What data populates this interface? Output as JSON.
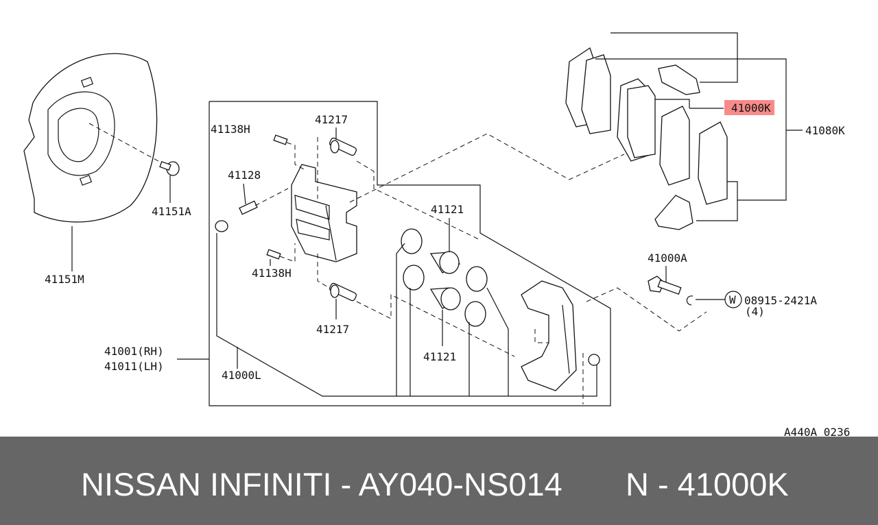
{
  "diagram": {
    "labels": {
      "p41138H_top": "41138H",
      "p41217_top": "41217",
      "p41128": "41128",
      "p41151A": "41151A",
      "p41151M": "41151M",
      "p41121_top": "41121",
      "p41138H_bottom": "41138H",
      "p41217_bottom": "41217",
      "p41121_bottom": "41121",
      "p41001": "41001(RH)",
      "p41011": "41011(LH)",
      "p41000L": "41000L",
      "p41000K": "41000K",
      "p41080K": "41080K",
      "p41000A": "41000A",
      "washer_symbol": "W",
      "p08915": "08915-2421A",
      "qty": "(4)",
      "ref_code": "A440A 0236"
    },
    "highlight_color": "#f88a8a"
  },
  "banner": {
    "title": "NISSAN INFINITI - AY040-NS014",
    "part": "N - 41000K"
  }
}
